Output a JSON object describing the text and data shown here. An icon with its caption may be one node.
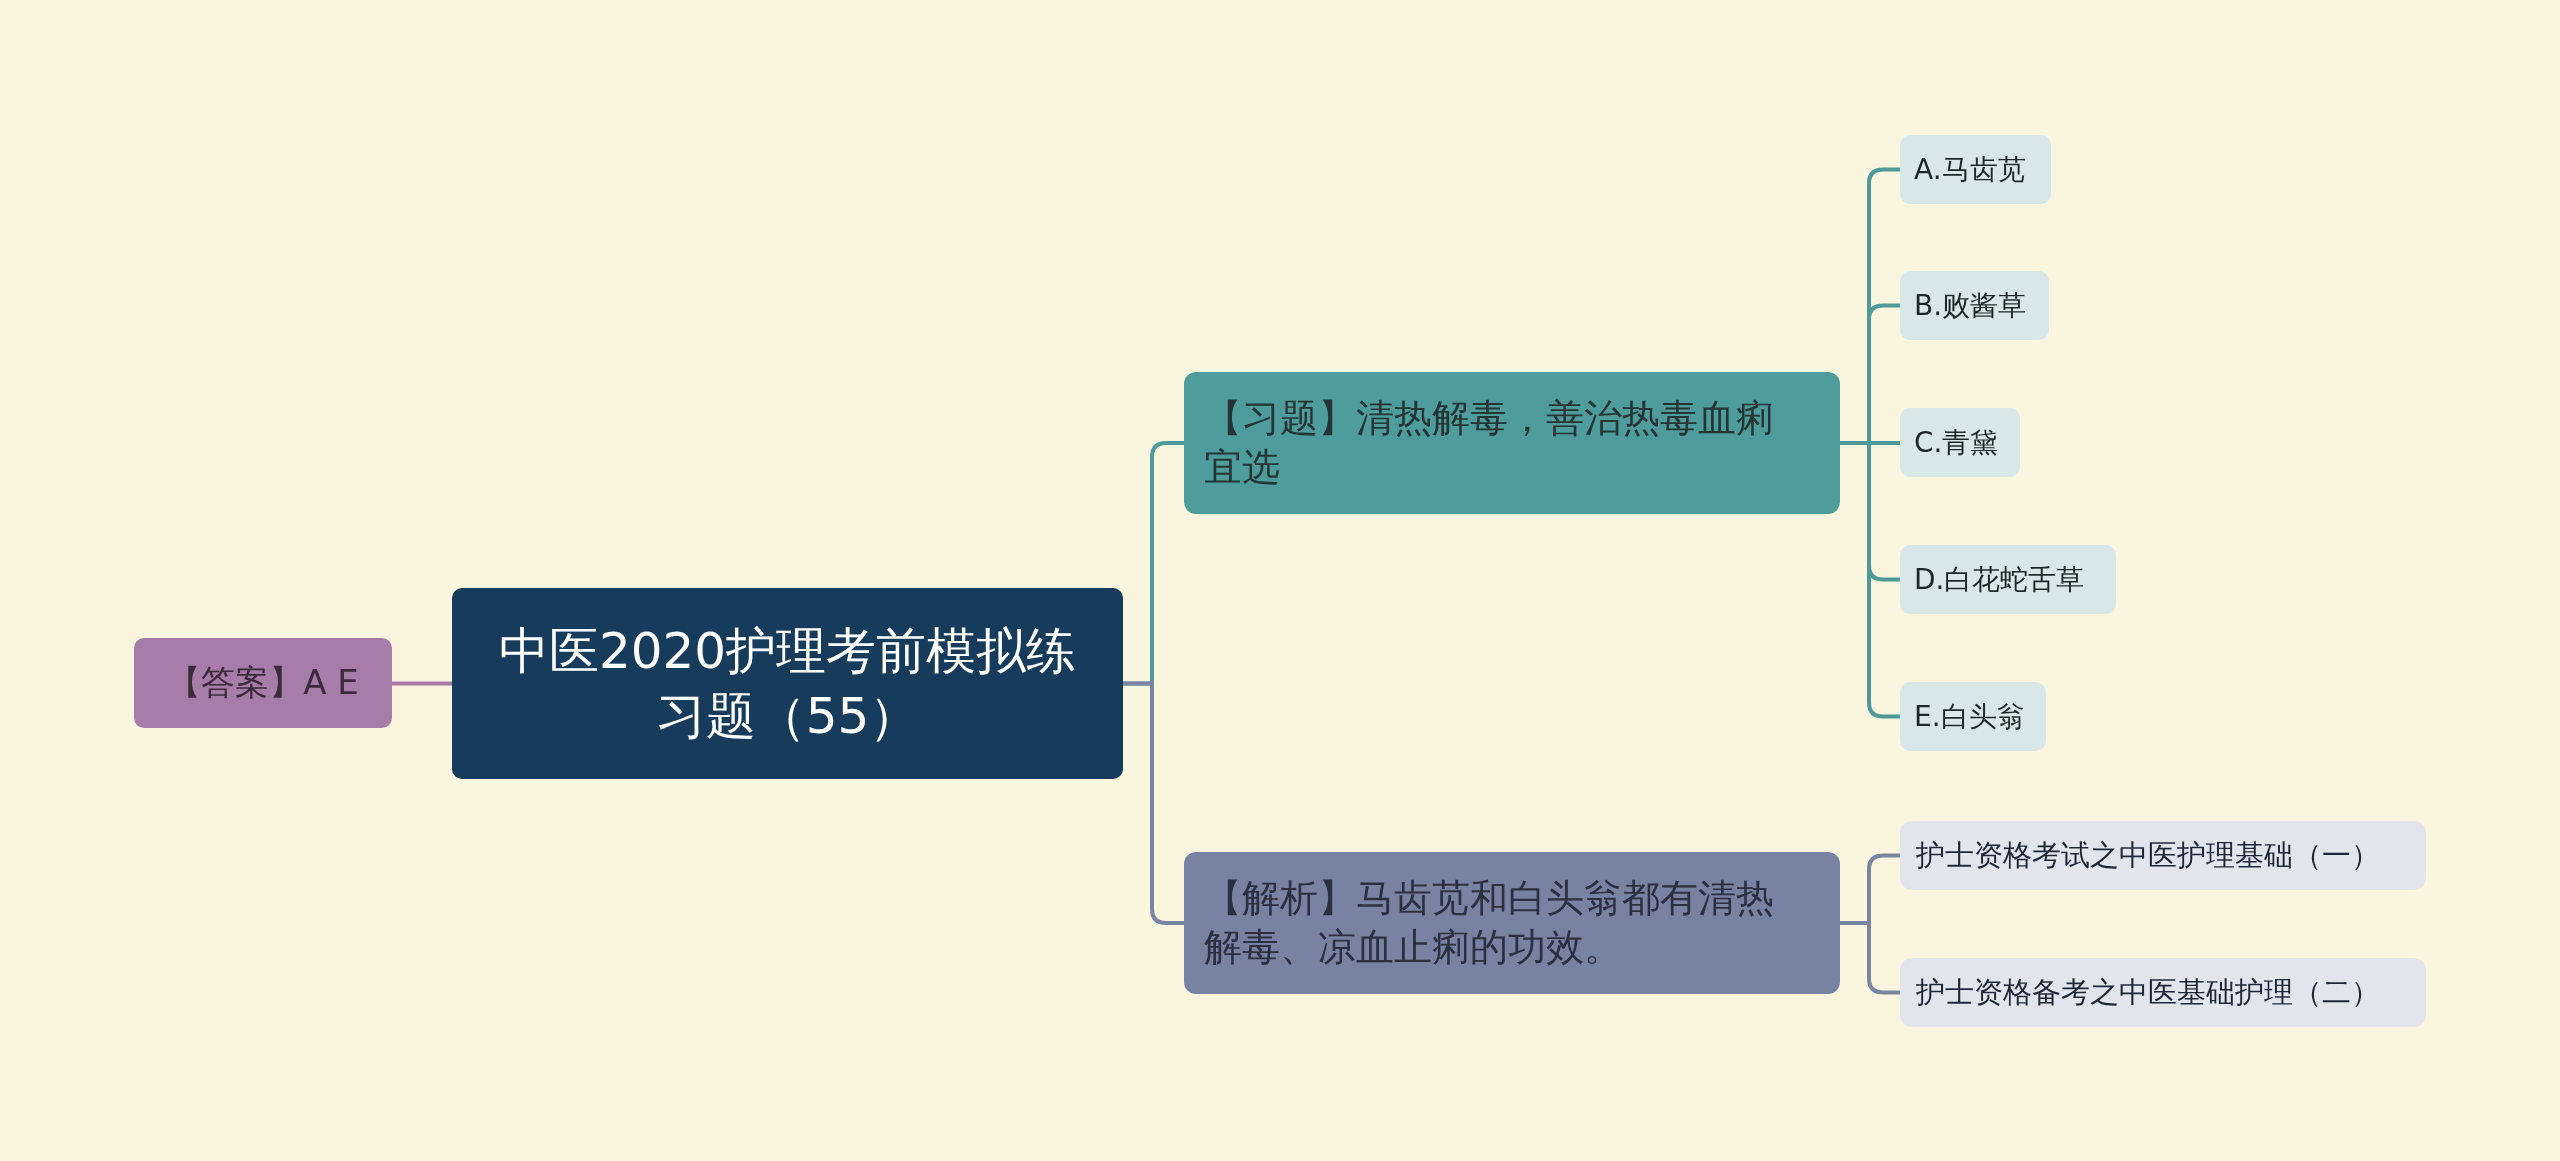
{
  "diagram": {
    "nodes": [
      {
        "text": [
          "中医2020护理考前模拟练习题（55）"
        ]
      },
      {
        "text": [
          "【答案】A E"
        ]
      },
      {
        "text": [
          "【习题】清热解毒，善治热毒血痢宜选"
        ]
      },
      {
        "text": [
          "A.马齿苋"
        ]
      },
      {
        "text": [
          "B.败酱草"
        ]
      },
      {
        "text": [
          "C.青黛"
        ]
      },
      {
        "text": [
          "D.白花蛇舌草"
        ]
      },
      {
        "text": [
          "E.白头翁"
        ]
      },
      {
        "text": [
          "【解析】马齿苋和白头翁都有清热解毒、凉血止痢的功效。"
        ]
      },
      {
        "text": [
          "护士资格考试之中医护理基础（一）"
        ]
      },
      {
        "text": [
          "护士资格备考之中医基础护理（二）"
        ]
      }
    ],
    "edges": [
      {
        "from": 0,
        "to": 1,
        "arrow": "none",
        "color": "#a77aa8"
      },
      {
        "from": 0,
        "to": 2,
        "arrow": "none"
      },
      {
        "from": 2,
        "to": 3,
        "arrow": "none"
      },
      {
        "from": 2,
        "to": 4,
        "arrow": "none"
      },
      {
        "from": 2,
        "to": 5,
        "arrow": "none"
      },
      {
        "from": 2,
        "to": 6,
        "arrow": "none"
      },
      {
        "from": 2,
        "to": 7,
        "arrow": "none"
      },
      {
        "from": 0,
        "to": 8,
        "arrow": "none",
        "color": "#7a84a3"
      },
      {
        "from": 8,
        "to": 9,
        "arrow": "none",
        "color": "#7a84a3"
      },
      {
        "from": 8,
        "to": 10,
        "arrow": "none",
        "color": "#7a84a3"
      }
    ]
  }
}
